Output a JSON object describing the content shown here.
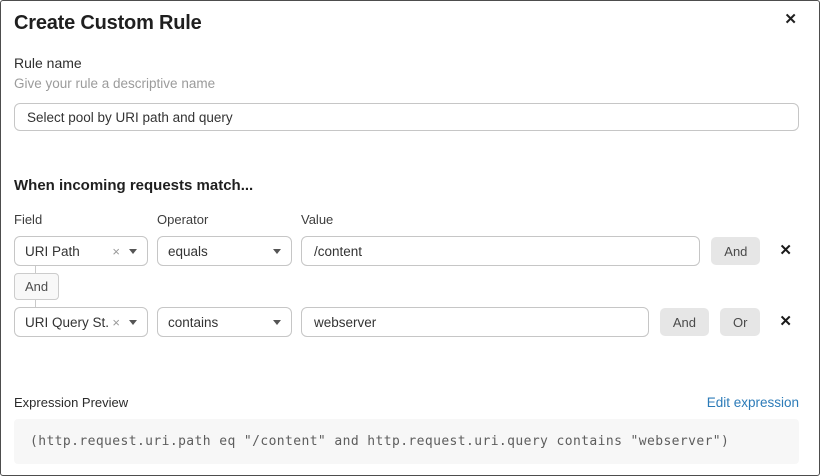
{
  "modal": {
    "title": "Create Custom Rule"
  },
  "icons": {
    "close": "✕",
    "clear": "×",
    "delete_row": "✕"
  },
  "rule_name": {
    "label": "Rule name",
    "helper": "Give your rule a descriptive name",
    "value": "Select pool by URI path and query"
  },
  "match": {
    "heading": "When incoming requests match...",
    "columns": {
      "field": "Field",
      "operator": "Operator",
      "value": "Value"
    },
    "connector": "And",
    "conditions": [
      {
        "field": "URI Path",
        "operator": "equals",
        "value": "/content",
        "buttons": {
          "and": "And"
        }
      },
      {
        "field": "URI Query St...",
        "operator": "contains",
        "value": "webserver",
        "buttons": {
          "and": "And",
          "or": "Or"
        }
      }
    ]
  },
  "expression": {
    "label": "Expression Preview",
    "edit_link": "Edit expression",
    "code": "(http.request.uri.path eq \"/content\" and http.request.uri.query contains \"webserver\")"
  },
  "colors": {
    "link_blue": "#2c7bb8",
    "button_gray": "#e6e6e6",
    "border_gray": "#c6c6c6",
    "code_bg": "#f7f7f7"
  }
}
